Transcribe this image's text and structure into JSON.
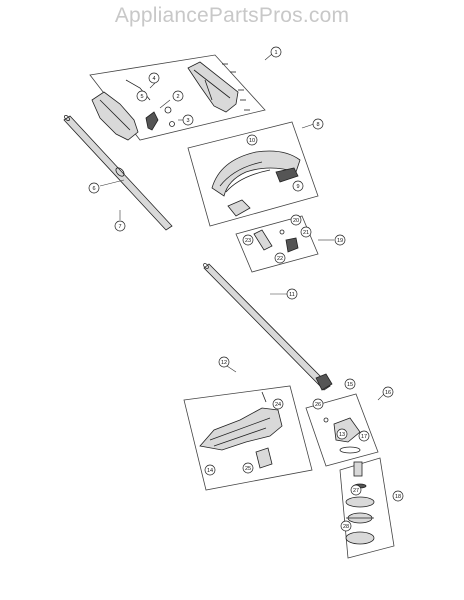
{
  "watermark": "AppliancePartsPros.com",
  "callouts": {
    "c1": "1",
    "c2": "2",
    "c3": "3",
    "c4": "4",
    "c5": "5",
    "c6": "6",
    "c7": "7",
    "c8": "8",
    "c9": "9",
    "c10": "10",
    "c11": "11",
    "c12": "12",
    "c13": "13",
    "c14": "14",
    "c15": "15",
    "c16": "16",
    "c17": "17",
    "c18": "18",
    "c19": "19",
    "c20": "20",
    "c21": "21",
    "c22": "22",
    "c23": "23",
    "c24": "24",
    "c25": "25",
    "c26": "26",
    "c27": "27",
    "c28": "28"
  },
  "colors": {
    "line": "#222222",
    "watermark": "#c8c8c8",
    "shade": "#d9d9d9"
  }
}
